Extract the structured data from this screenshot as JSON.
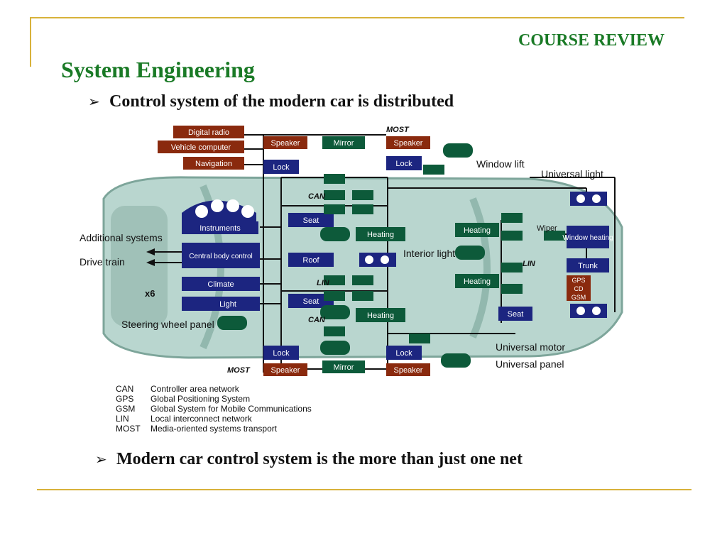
{
  "slide": {
    "header": "COURSE REVIEW",
    "title": "System Engineering",
    "bullet1": "Control system of the modern car is distributed",
    "bullet2": "Modern car control system is the more than just one net"
  },
  "diagram": {
    "left_boxes": [
      "Digital radio",
      "Vehicle computer",
      "Navigation"
    ],
    "dash_modules": [
      "Instruments",
      "Central body control",
      "Climate",
      "Light"
    ],
    "center_nodes": [
      "Speaker",
      "Lock",
      "Seat",
      "Roof",
      "Seat",
      "Lock",
      "Speaker"
    ],
    "right_nodes": [
      "Speaker",
      "Lock",
      "Lock",
      "Speaker",
      "Heating",
      "Heating",
      "Seat"
    ],
    "far_right": [
      "Window heating",
      "Trunk",
      "GPS",
      "CD",
      "GSM"
    ],
    "mirror": [
      "Mirror",
      "Mirror"
    ],
    "heating_center": [
      "Heating",
      "Heating"
    ],
    "bus_labels": [
      "MOST",
      "CAN",
      "LIN",
      "CAN",
      "MOST",
      "LIN"
    ],
    "callouts": {
      "window_lift": "Window lift",
      "universal_light": "Universal light",
      "interior_light": "Interior light",
      "wiper": "Wiper",
      "additional": "Additional systems",
      "drive_train": "Drive train",
      "steering": "Steering wheel panel",
      "x6": "x6",
      "universal_motor": "Universal motor",
      "universal_panel": "Universal panel"
    },
    "legend": [
      {
        "abbr": "CAN",
        "text": "Controller area network"
      },
      {
        "abbr": "GPS",
        "text": "Global Positioning System"
      },
      {
        "abbr": "GSM",
        "text": "Global System for Mobile Communications"
      },
      {
        "abbr": "LIN",
        "text": "Local interconnect network"
      },
      {
        "abbr": "MOST",
        "text": "Media-oriented systems transport"
      }
    ],
    "colors": {
      "brown": "#8a2a0e",
      "blue": "#1c2580",
      "green": "#0d5a3a",
      "car": "#b9d6cf"
    }
  }
}
